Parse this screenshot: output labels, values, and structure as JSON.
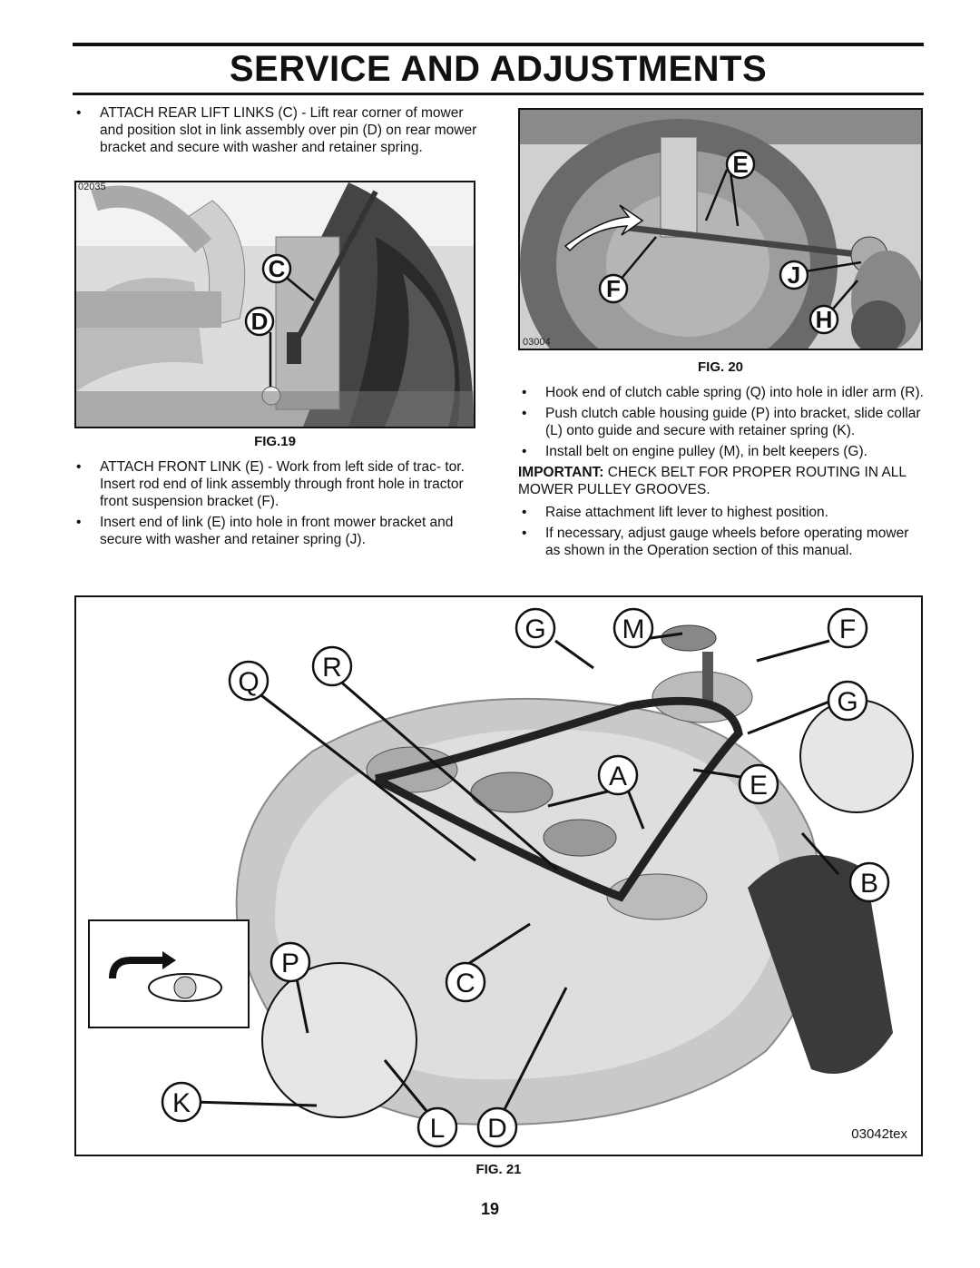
{
  "title": "SERVICE AND ADJUSTMENTS",
  "left_column": {
    "intro_bullet": "ATTACH REAR LIFT LINKS (C) - Lift rear corner of mower and position slot in link assembly over pin (D) on rear mower bracket and secure with washer and retainer spring.",
    "bullets": [
      "ATTACH FRONT LINK (E) - Work from left side of trac- tor. Insert rod end of link assembly through front hole in tractor front suspension bracket (F).",
      "Insert end of link (E) into hole in front mower bracket and secure with washer and retainer spring (J)."
    ]
  },
  "right_column": {
    "bullets": [
      "Hook end of clutch cable spring (Q) into hole in idler arm (R).",
      "Push clutch cable housing guide (P) into bracket, slide collar (L) onto guide and secure with retainer spring (K).",
      "Install belt on engine pulley (M), in belt keepers (G)."
    ],
    "important_label": "IMPORTANT:",
    "important_text": "CHECK BELT FOR PROPER ROUTING IN ALL MOWER PULLEY GROOVES.",
    "bullets_after": [
      "Raise attachment lift lever to highest position.",
      "If necessary, adjust gauge wheels before operating mower as shown in the Operation section of this manual."
    ]
  },
  "bullet_symbol": "•",
  "fig19": {
    "caption": "FIG.19",
    "callouts": [
      "C",
      "D"
    ],
    "image_id": "02035"
  },
  "fig20": {
    "caption": "FIG. 20",
    "callouts": [
      "E",
      "J",
      "F",
      "H"
    ],
    "image_id": "03004"
  },
  "fig21": {
    "caption": "FIG. 21",
    "callouts": [
      "G",
      "M",
      "F",
      "Q",
      "R",
      "G",
      "A",
      "E",
      "B",
      "P",
      "C",
      "K",
      "L",
      "D"
    ],
    "image_id": "03042tex"
  },
  "page_number": "19"
}
